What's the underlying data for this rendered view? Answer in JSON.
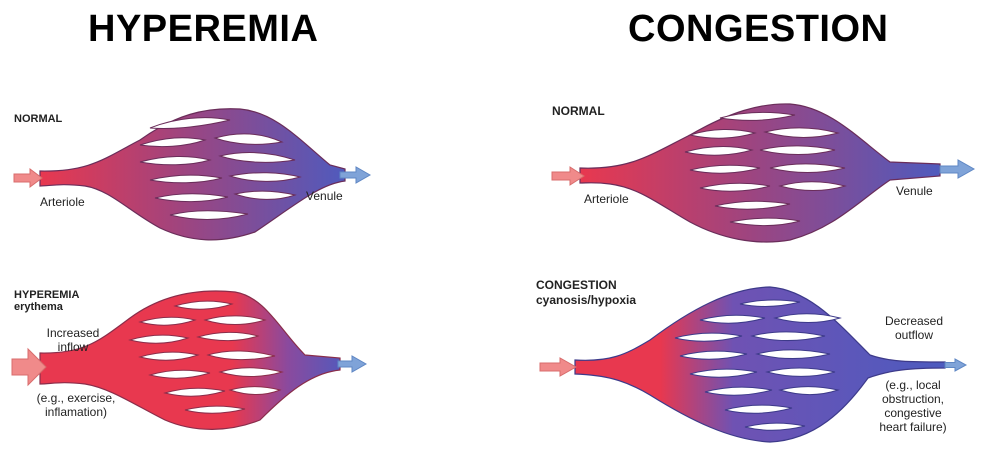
{
  "titles": {
    "left": "HYPEREMIA",
    "right": "CONGESTION"
  },
  "panels": {
    "hyperemia_normal": {
      "state": "NORMAL",
      "in_label": "Arteriole",
      "out_label": "Venule"
    },
    "hyperemia_active": {
      "state_line1": "HYPEREMIA",
      "state_line2": "erythema",
      "note_line1": "Increased",
      "note_line2": "inflow",
      "cause_line1": "(e.g., exercise,",
      "cause_line2": "inflamation)"
    },
    "congestion_normal": {
      "state": "NORMAL",
      "in_label": "Arteriole",
      "out_label": "Venule"
    },
    "congestion_active": {
      "state_line1": "CONGESTION",
      "state_line2": "cyanosis/hypoxia",
      "note_line1": "Decreased",
      "note_line2": "outflow",
      "cause_line1": "(e.g., local",
      "cause_line2": "obstruction,",
      "cause_line3": "congestive",
      "cause_line4": "heart failure)"
    }
  },
  "colors": {
    "arterial_red": "#e8384f",
    "venous_blue": "#4d5bbf",
    "mixed_purple": "#8a4a8e",
    "arrow_pink": "#f08a8a",
    "arrow_blue": "#7fa3d8"
  }
}
